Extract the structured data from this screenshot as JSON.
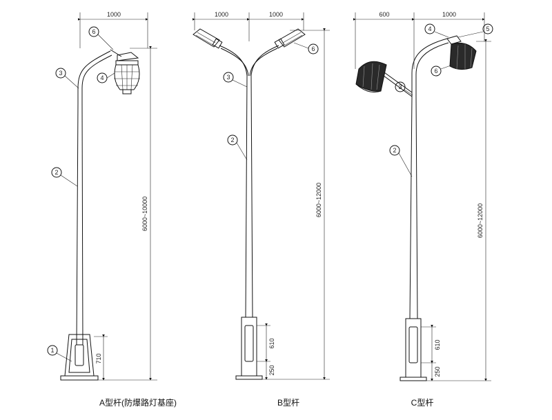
{
  "captions": {
    "a": "A型杆(防爆路灯基座)",
    "b": "B型杆",
    "c": "C型杆"
  },
  "pole_a": {
    "arm_width": "1000",
    "height": "6000~10000",
    "base_height": "710",
    "callouts": [
      "1",
      "2",
      "3",
      "4",
      "6"
    ]
  },
  "pole_b": {
    "arm_left": "1000",
    "arm_right": "1000",
    "height": "6000~12000",
    "door_height": "610",
    "base_gap": "250",
    "callouts": [
      "2",
      "3",
      "6"
    ]
  },
  "pole_c": {
    "arm_left": "600",
    "arm_right": "1000",
    "height": "6000~12000",
    "door_height": "610",
    "base_gap": "250",
    "callouts": [
      "2",
      "3",
      "4",
      "5",
      "6"
    ]
  }
}
